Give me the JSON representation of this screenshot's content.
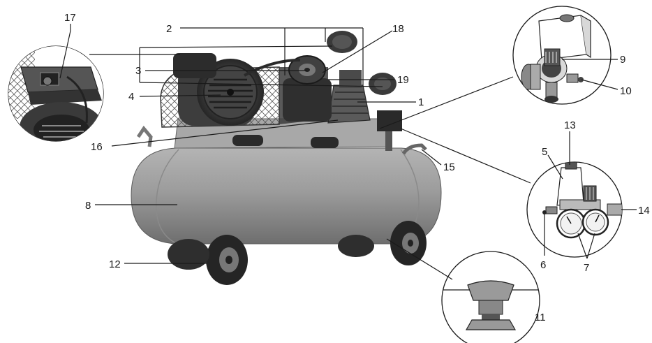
{
  "callouts": {
    "c1": "1",
    "c2": "2",
    "c3": "3",
    "c4": "4",
    "c5": "5",
    "c6": "6",
    "c7": "7",
    "c8": "8",
    "c9": "9",
    "c10": "10",
    "c11": "11",
    "c12": "12",
    "c13": "13",
    "c14": "14",
    "c15": "15",
    "c16": "16",
    "c17": "17",
    "c18": "18",
    "c19": "19"
  },
  "colors": {
    "tank": "#9a9a9a",
    "tank_shadow": "#7c7c7c",
    "metal_dark": "#3a3a3a",
    "wheel": "#2a2a2a",
    "line": "#1a1a1a"
  }
}
